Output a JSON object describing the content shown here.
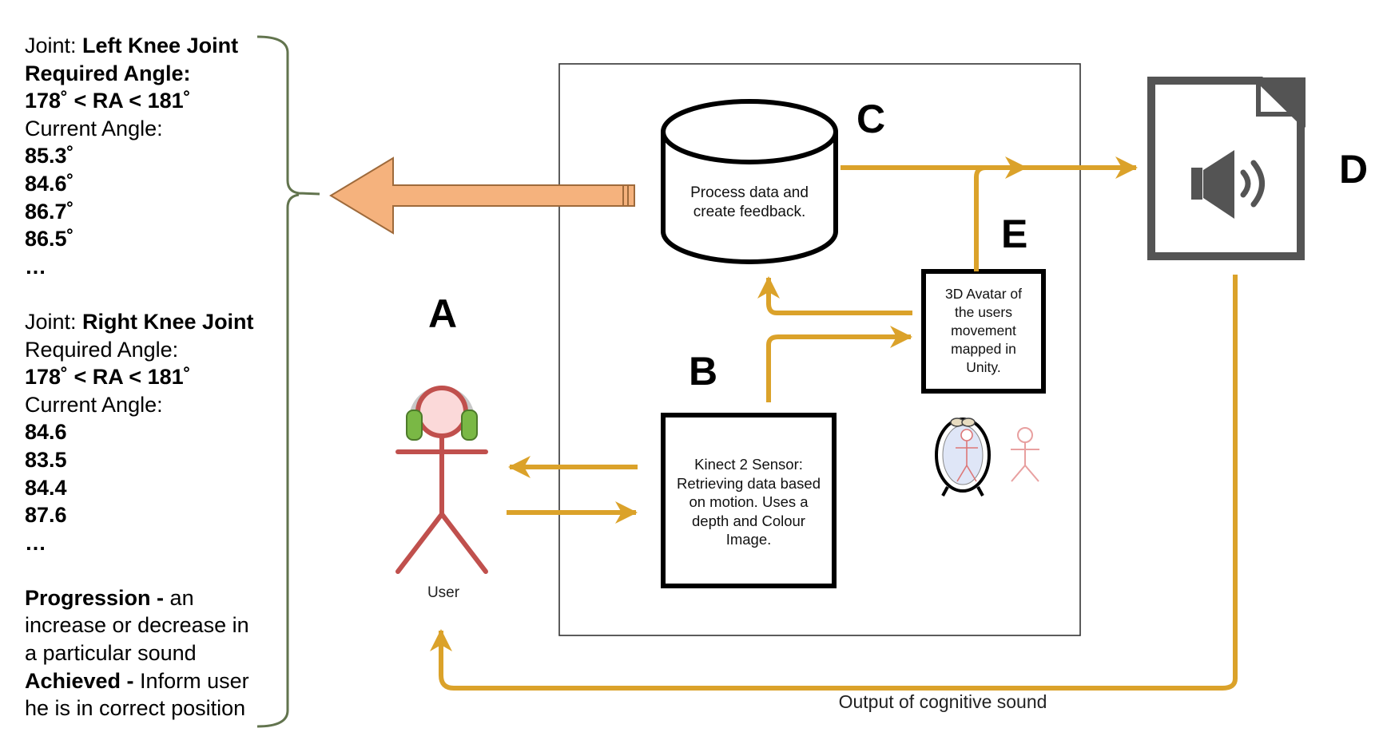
{
  "info_panel": {
    "left_knee": {
      "joint_prefix": "Joint: ",
      "joint_name": "Left Knee Joint",
      "required_label": "Required Angle:",
      "required_range": "178˚ < RA < 181˚",
      "current_label": "Current Angle:",
      "readings": [
        "85.3˚",
        "84.6˚",
        "86.7˚",
        "86.5˚"
      ],
      "ellipsis": "…"
    },
    "right_knee": {
      "joint_prefix": "Joint: ",
      "joint_name": "Right Knee Joint",
      "required_label": "Required Angle:",
      "required_range": "178˚ < RA < 181˚",
      "current_label": "Current Angle:",
      "readings": [
        "84.6",
        "83.5",
        "84.4",
        "87.6"
      ],
      "ellipsis": "…"
    },
    "progression": {
      "term": "Progression -",
      "desc_1": " an",
      "desc_2": "increase or decrease in",
      "desc_3": "a particular sound"
    },
    "achieved": {
      "term": "Achieved -",
      "desc_1": " Inform user",
      "desc_2": "he is in correct position"
    }
  },
  "labels": {
    "a": "A",
    "b": "B",
    "c": "C",
    "d": "D",
    "e": "E"
  },
  "nodes": {
    "process": {
      "line1": "Process data and",
      "line2": "create feedback."
    },
    "kinect": {
      "line1": "Kinect 2 Sensor:",
      "line2": "Retrieving data based",
      "line3": "on motion. Uses a",
      "line4": "depth and Colour",
      "line5": "Image."
    },
    "avatar": {
      "line1": "3D Avatar of",
      "line2": "the users",
      "line3": "movement",
      "line4": "mapped in",
      "line5": "Unity."
    },
    "user_label": "User"
  },
  "feedback_caption": "Output of cognitive sound",
  "colors": {
    "flow_arrow": "#DBA22A",
    "big_arrow_fill": "#F5B27D",
    "big_arrow_stroke": "#9E6A3B",
    "brace": "#62744E",
    "user_body": "#C0504D",
    "headphones": "#7AB845",
    "sound_icon": "#545454"
  },
  "icons": {
    "sound_file": "sound-file-icon",
    "avatar_mirror": "mirror-icon",
    "avatar_figure": "stick-figure-icon",
    "user": "user-icon"
  }
}
